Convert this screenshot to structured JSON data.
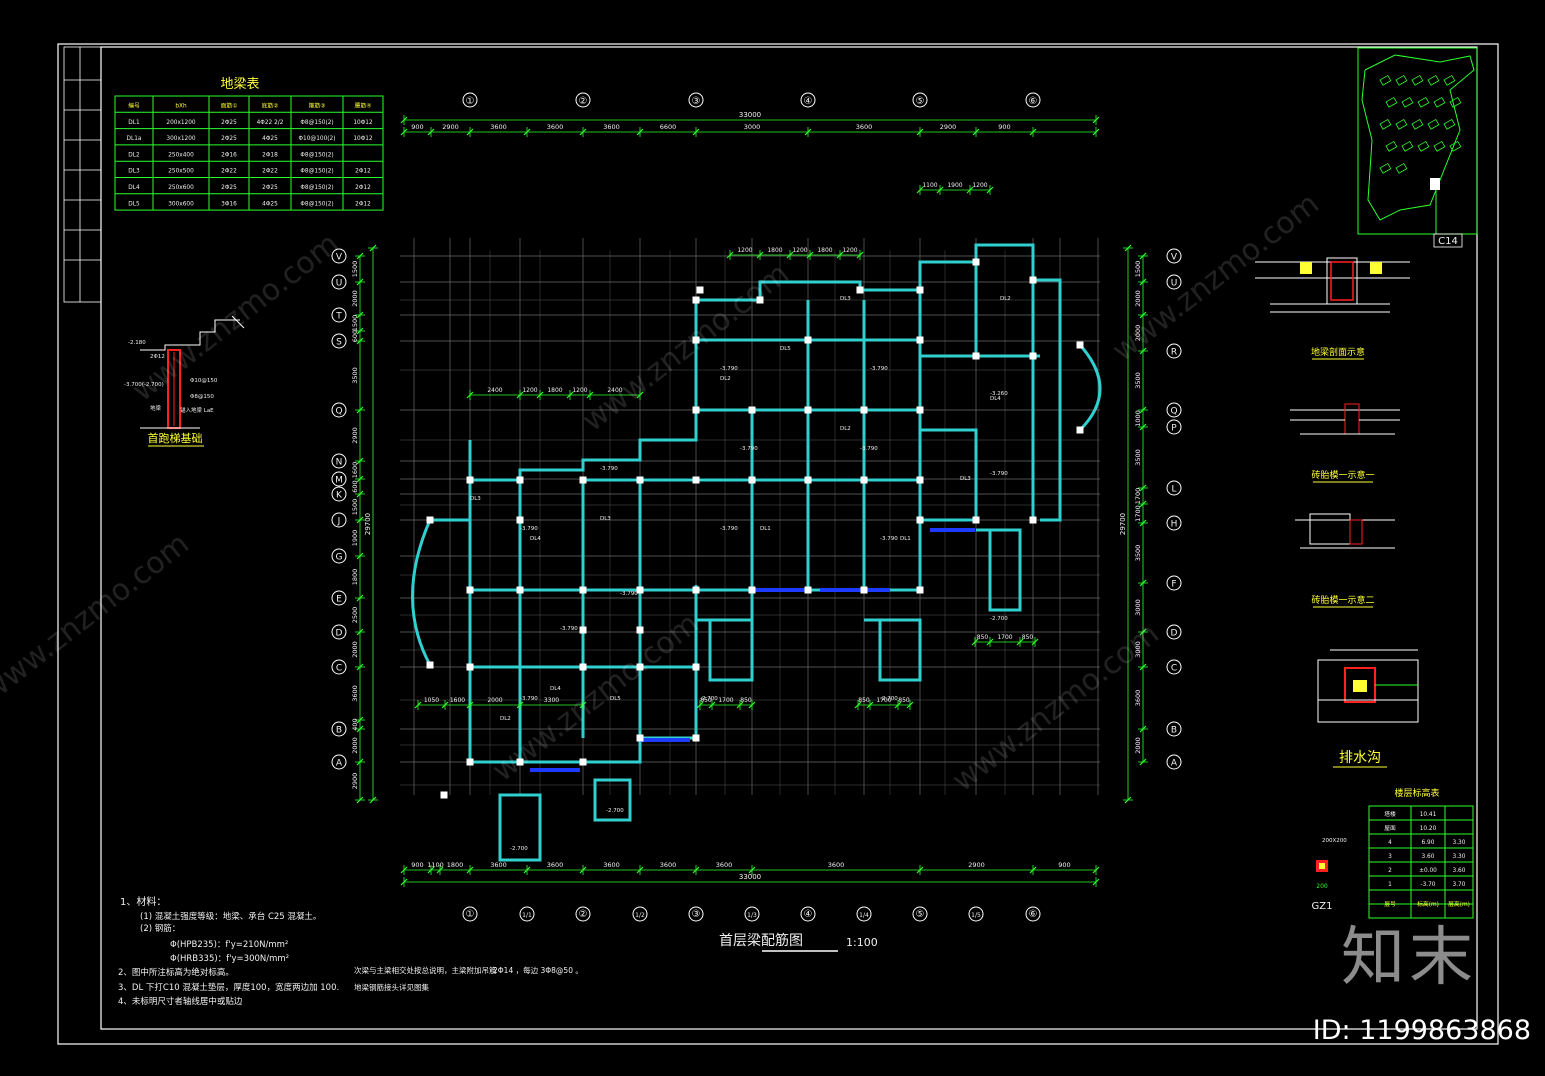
{
  "drawing": {
    "title": "首层梁配筋图",
    "scale": "1:100",
    "axis_top": [
      "①",
      "②",
      "③",
      "④",
      "⑤",
      "⑥"
    ],
    "axis_bottom": [
      "①",
      "1/1",
      "②",
      "1/2",
      "③",
      "1/3",
      "④",
      "1/4",
      "⑤",
      "1/5",
      "⑥"
    ],
    "axis_left": [
      "V",
      "U",
      "T",
      "S",
      "Q",
      "N",
      "M",
      "K",
      "J",
      "G",
      "E",
      "D",
      "C",
      "B",
      "A"
    ],
    "axis_right": [
      "V",
      "U",
      "R",
      "Q",
      "P",
      "L",
      "H",
      "F",
      "D",
      "C",
      "B",
      "A"
    ],
    "dims_top_overall": "33000",
    "dims_top": [
      "900",
      "2900",
      "3600",
      "3600",
      "3600",
      "6600",
      "3000",
      "3600",
      "2900",
      "900"
    ],
    "dims_bottom_overall": "33000",
    "dims_bottom": [
      "900",
      "1100",
      "1800",
      "3600",
      "3600",
      "3600",
      "3600",
      "3600",
      "3600",
      "2900",
      "900"
    ],
    "dims_left": [
      "1500",
      "2000",
      "1500",
      "600",
      "3500",
      "2900",
      "1600",
      "600",
      "1500",
      "1900",
      "1800",
      "2500",
      "2000",
      "3600",
      "400",
      "2000",
      "2900"
    ],
    "dims_right": [
      "1500",
      "2000",
      "2000",
      "3500",
      "1000",
      "3500",
      "1700",
      "1700",
      "3500",
      "3000",
      "3000",
      "3600",
      "2000"
    ],
    "total_left": "29700",
    "total_right": "29700",
    "inner_dims_a": [
      "1100",
      "1900",
      "1200"
    ],
    "inner_dims_b": [
      "1200",
      "1800",
      "1200",
      "1800",
      "1200"
    ],
    "inner_dims_c": [
      "2400",
      "1200",
      "1800",
      "1200",
      "2400"
    ],
    "inner_dims_d": [
      "850",
      "1700",
      "850"
    ],
    "inner_dims_e": [
      "1050",
      "1600",
      "2000",
      "3300"
    ]
  },
  "beam_table": {
    "title": "地梁表",
    "headers": [
      "编号",
      "bXh",
      "面筋①",
      "底筋②",
      "箍筋③",
      "腰筋④"
    ],
    "rows": [
      [
        "DL1",
        "200x1200",
        "2Φ25",
        "4Φ22 2/2",
        "Φ8@150(2)",
        "10Φ12"
      ],
      [
        "DL1a",
        "300x1200",
        "2Φ25",
        "4Φ25",
        "Φ10@100(2)",
        "10Φ12"
      ],
      [
        "DL2",
        "250x400",
        "2Φ16",
        "2Φ18",
        "Φ8@150(2)",
        ""
      ],
      [
        "DL3",
        "250x500",
        "2Φ22",
        "2Φ22",
        "Φ8@150(2)",
        "2Φ12"
      ],
      [
        "DL4",
        "250x600",
        "2Φ25",
        "2Φ25",
        "Φ8@150(2)",
        "2Φ12"
      ],
      [
        "DL5",
        "300x600",
        "3Φ16",
        "4Φ25",
        "Φ8@150(2)",
        "2Φ12"
      ]
    ]
  },
  "left_detail": {
    "title": "首跑梯基础",
    "labels": [
      "-2.180",
      "2Φ12",
      "-3.700(-2.700)",
      "Φ10@150",
      "Φ8@150",
      "锚入地梁 LaE",
      "地梁"
    ]
  },
  "notes": {
    "heading": "1、材料：",
    "lines": [
      "(1) 混凝土强度等级：地梁、承台     C25 混凝土。",
      "(2) 钢筋："
    ],
    "steel1": "Φ(HPB235)：f'y=210N/mm²",
    "steel2": "Φ(HRB335)：f'y=300N/mm²",
    "line2": "2、图中所注标高为绝对标高。",
    "line3": "3、DL 下打C10 混凝土垫层，厚度100，宽度两边加 100.",
    "line4": "4、未标明尺寸者轴线居中或贴边",
    "extra1": "次梁与主梁相交处按总说明，主梁附加吊筋",
    "extra1b": "2Φ14 ，每边 3Φ8@50 。",
    "extra2": "地梁钢筋接头详见图集"
  },
  "right_details": {
    "section1": "地梁剖面示意",
    "section2": "砖胎模一示意一",
    "section3": "砖胎模一示意二",
    "section4": "排水沟",
    "keyplan_tag": "C14"
  },
  "level_table": {
    "title": "楼层标高表",
    "headers": [
      "层号",
      "标高(m)",
      "层高(m)"
    ],
    "rows": [
      [
        "塔楼",
        "10.41",
        ""
      ],
      [
        "屋面",
        "10.20",
        ""
      ],
      [
        "4",
        "6.90",
        "3.30"
      ],
      [
        "3",
        "3.60",
        "3.30"
      ],
      [
        "2",
        "±0.00",
        "3.60"
      ],
      [
        "1",
        "-3.70",
        "3.70"
      ]
    ]
  },
  "gz": {
    "label": "GZ1",
    "note": "200X200",
    "dim": "200"
  },
  "watermark": {
    "text": "www.znzmo.com",
    "brand": "知末",
    "id": "ID: 1199863868"
  },
  "colors": {
    "background": "#000000",
    "frame": "#ffffff",
    "dimension": "#2bff2b",
    "beam": "#30d0d0",
    "grid": "#6a6a6a",
    "column": "#ffffff",
    "detail_red": "#ff2020",
    "accent_blue": "#1e3cff"
  }
}
